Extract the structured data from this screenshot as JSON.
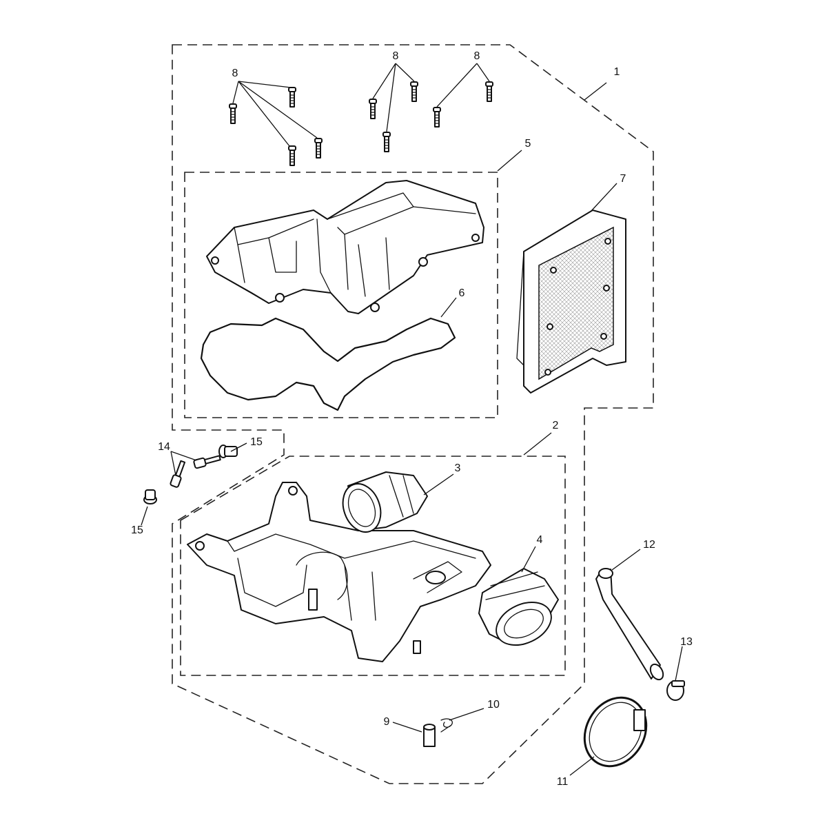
{
  "callouts": {
    "c1": "1",
    "c2": "2",
    "c3": "3",
    "c4": "4",
    "c5": "5",
    "c6": "6",
    "c7": "7",
    "c8a": "8",
    "c8b": "8",
    "c8c": "8",
    "c9": "9",
    "c10": "10",
    "c11": "11",
    "c12": "12",
    "c13": "13",
    "c14": "14",
    "c15a": "15",
    "c15b": "15"
  }
}
